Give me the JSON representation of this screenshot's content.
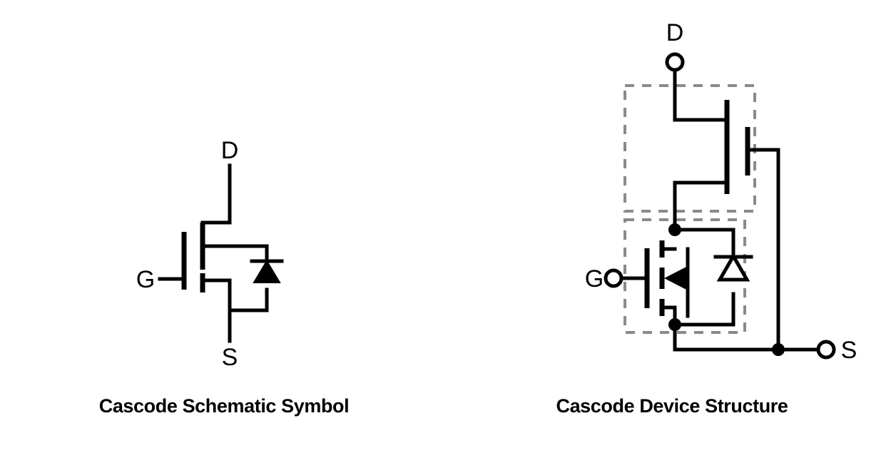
{
  "document": {
    "title": "Cascode Schematic Symbol and Cascode Device Structure",
    "background_color": "#ffffff",
    "line_color": "#000000",
    "dashed_box_color": "#8a8a8a"
  },
  "panels": [
    {
      "id": "schematic-symbol",
      "caption": "Cascode Schematic Symbol",
      "terminals": [
        {
          "name": "D",
          "label": "D",
          "position": "top",
          "style": "plain-lead"
        },
        {
          "name": "G",
          "label": "G",
          "position": "left",
          "style": "plain-lead"
        },
        {
          "name": "S",
          "label": "S",
          "position": "bottom",
          "style": "plain-lead"
        }
      ],
      "components": [
        {
          "type": "mosfet",
          "name": "cascode-mosfet",
          "channel": "segmented",
          "gate": "single-bar"
        },
        {
          "type": "diode",
          "name": "body-diode",
          "fill": "solid",
          "direction": "up"
        }
      ]
    },
    {
      "id": "device-structure",
      "caption": "Cascode Device Structure",
      "terminals": [
        {
          "name": "D",
          "label": "D",
          "position": "top",
          "style": "open-circle"
        },
        {
          "name": "G",
          "label": "G",
          "position": "left",
          "style": "open-circle"
        },
        {
          "name": "S",
          "label": "S",
          "position": "bottom-right",
          "style": "open-circle"
        }
      ],
      "dashed_boxes": [
        {
          "name": "jfet-enclosure",
          "contains": "high-voltage-jfet"
        },
        {
          "name": "mosfet-enclosure",
          "contains": "low-voltage-mosfet"
        }
      ],
      "components": [
        {
          "type": "jfet",
          "name": "high-voltage-jfet",
          "channel": "solid-bar",
          "gate": "right-bar"
        },
        {
          "type": "mosfet",
          "name": "low-voltage-mosfet",
          "channel": "three-segment",
          "gate": "single-bar",
          "body_arrow": "left"
        },
        {
          "type": "diode",
          "name": "body-diode",
          "fill": "hollow",
          "direction": "up"
        }
      ],
      "junctions": 3
    }
  ]
}
